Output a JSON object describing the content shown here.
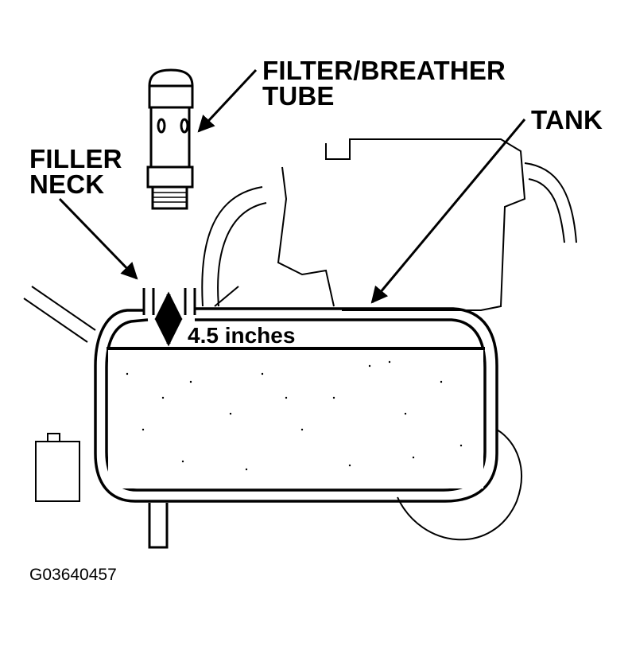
{
  "labels": {
    "filter_breather_line1": "FILTER/BREATHER",
    "filter_breather_line2": "TUBE",
    "tank": "TANK",
    "filler_neck_line1": "FILLER",
    "filler_neck_line2": "NECK",
    "measurement": "4.5 inches",
    "figure_code": "G03640457"
  },
  "colors": {
    "line": "#000000",
    "background": "#ffffff"
  }
}
